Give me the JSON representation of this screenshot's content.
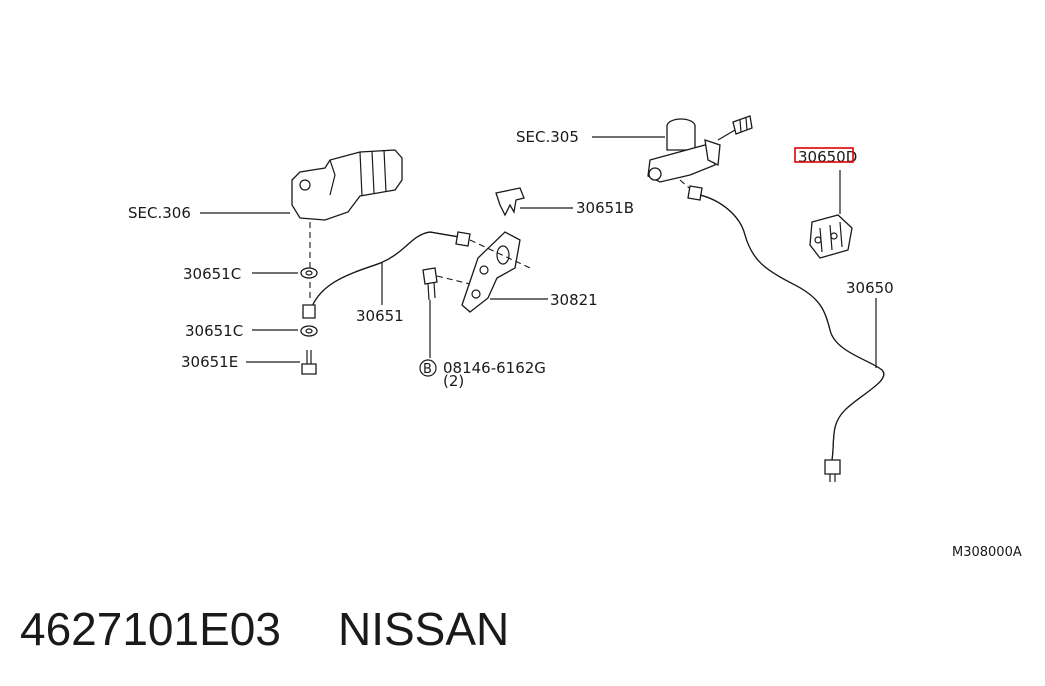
{
  "labels": {
    "sec306": "SEC.306",
    "sec305": "SEC.305",
    "p30651C_1": "30651C",
    "p30651C_2": "30651C",
    "p30651E": "30651E",
    "p30651": "30651",
    "p30651B": "30651B",
    "p30821": "30821",
    "bolt_marker": "B",
    "bolt_number": "08146-6162G",
    "bolt_qty": "(2)",
    "p30650D": "30650D",
    "p30650": "30650",
    "diagram_code": "M308000A"
  },
  "caption": {
    "part_number": "4627101E03",
    "brand": "NISSAN"
  },
  "highlight_color": "#e00000"
}
